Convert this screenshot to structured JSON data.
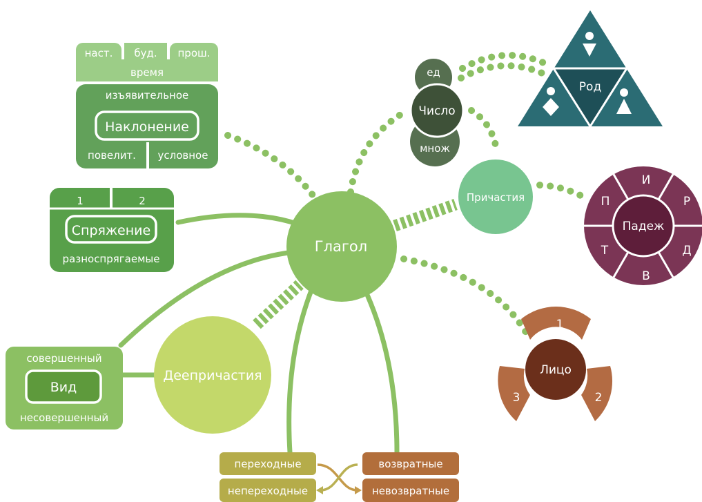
{
  "center": {
    "label": "Глагол",
    "color": "#8cc063"
  },
  "mood": {
    "tense_items": [
      "наст.",
      "буд.",
      "прош."
    ],
    "tense_label": "время",
    "top_label": "изъявительное",
    "label": "Наклонение",
    "bottom_left": "повелит.",
    "bottom_right": "условное",
    "colors": {
      "light": "#9ccd87",
      "dark": "#62a15a"
    }
  },
  "conjugation": {
    "items": [
      "1",
      "2"
    ],
    "label": "Спряжение",
    "bottom_label": "разноспрягаемые",
    "color": "#58a04a"
  },
  "aspect": {
    "top_label": "совершенный",
    "label": "Вид",
    "bottom_label": "несовершенный",
    "color": "#8cc063"
  },
  "gerund": {
    "label": "Деепричастия",
    "color": "#c3d86a"
  },
  "participle": {
    "label": "Причастия",
    "color": "#78c590"
  },
  "number": {
    "label": "Число",
    "top_label": "ед",
    "bottom_label": "множ",
    "color": "#566f50"
  },
  "gender": {
    "label": "Род",
    "color": "#2b6c74"
  },
  "case": {
    "label": "Падеж",
    "segments": [
      "И",
      "Р",
      "Д",
      "В",
      "Т",
      "П"
    ],
    "color": "#7b3555"
  },
  "person": {
    "label": "Лицо",
    "petals": [
      "1",
      "2",
      "3"
    ],
    "color": "#b36b43"
  },
  "transitivity": {
    "top_left": "переходные",
    "bottom_left": "непереходные",
    "color": "#b5ac4a"
  },
  "reflexivity": {
    "top_right": "возвратные",
    "bottom_right": "невозвратные",
    "color": "#b26e3b"
  }
}
